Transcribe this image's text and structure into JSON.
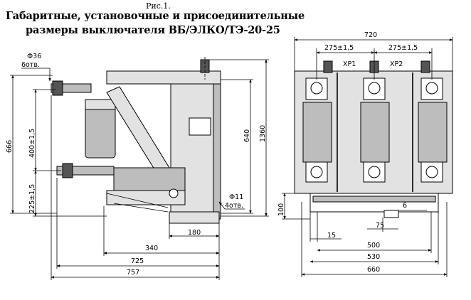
{
  "caption": {
    "figure_label": "Рис.1.",
    "title_line1": "Габаритные, установочные и присоединительные",
    "title_line2": "размеры выключателя ВБ/ЭЛКО/ТЭ-20-25"
  },
  "side_view": {
    "dims": {
      "phi36": "Ф36",
      "phi36_note": "6отв.",
      "d666": "666",
      "d400": "400±1,5",
      "d225": "225±1,5",
      "d640": "640",
      "d1360": "1360",
      "phi11": "Ф11",
      "phi11_note": "4отв.",
      "d180": "180",
      "d340": "340",
      "d725": "725",
      "d757": "757"
    }
  },
  "front_view": {
    "dims": {
      "d720": "720",
      "d275a": "275±1,5",
      "d275b": "275±1,5",
      "xp1": "ХР1",
      "xp2": "ХР2",
      "d100": "100",
      "d6": "6",
      "d15": "15",
      "d75": "75",
      "d500": "500",
      "d530": "530",
      "d660": "660"
    }
  },
  "colors": {
    "line": "#000000",
    "body_shade": "#bdbdbd",
    "paper": "#ffffff"
  }
}
